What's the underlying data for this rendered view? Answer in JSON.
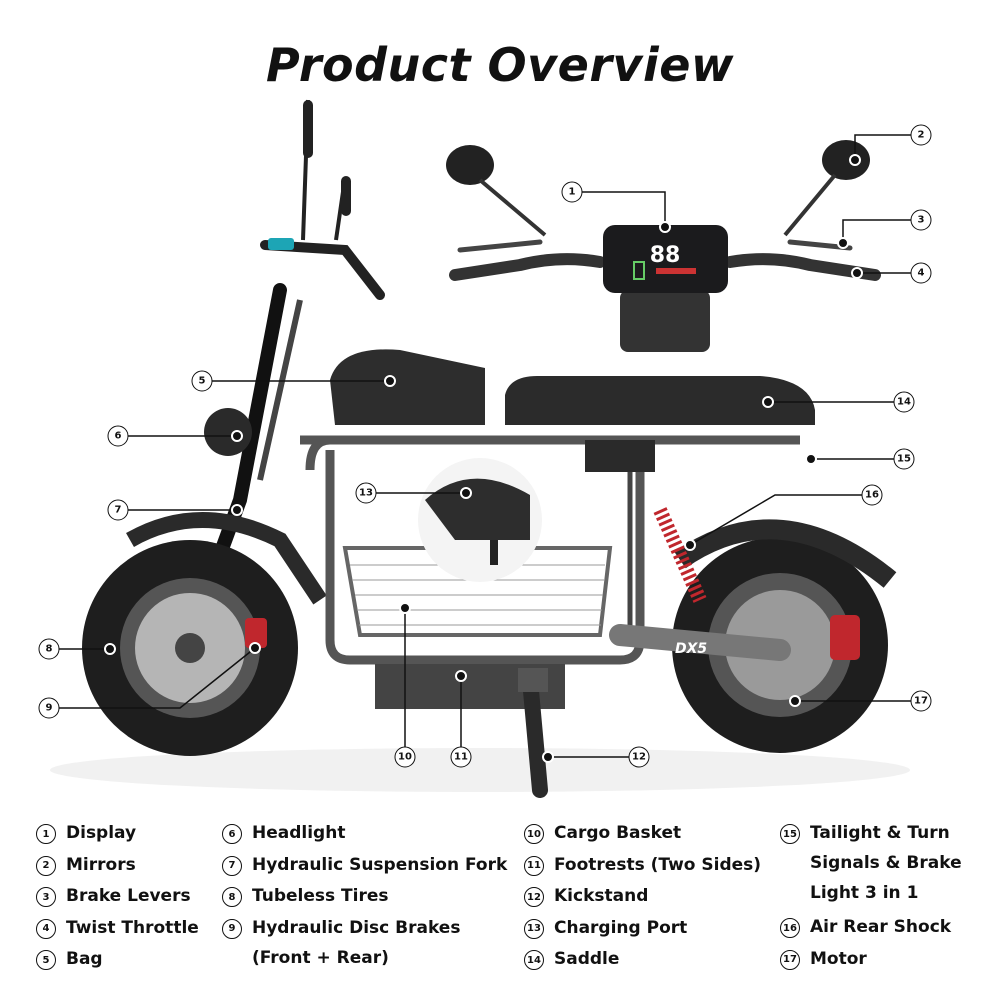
{
  "title": "Product Overview",
  "model_badge": "DX5",
  "display_readout": "88",
  "legend": [
    [
      {
        "n": "1",
        "label": "Display"
      },
      {
        "n": "2",
        "label": "Mirrors"
      },
      {
        "n": "3",
        "label": "Brake Levers"
      },
      {
        "n": "4",
        "label": "Twist Throttle"
      },
      {
        "n": "5",
        "label": "Bag"
      }
    ],
    [
      {
        "n": "6",
        "label": "Headlight"
      },
      {
        "n": "7",
        "label": "Hydraulic Suspension Fork"
      },
      {
        "n": "8",
        "label": "Tubeless Tires"
      },
      {
        "n": "9",
        "label": "Hydraulic Disc Brakes\n(Front + Rear)"
      }
    ],
    [
      {
        "n": "10",
        "label": "Cargo Basket"
      },
      {
        "n": "11",
        "label": "Footrests (Two Sides)"
      },
      {
        "n": "12",
        "label": "Kickstand"
      },
      {
        "n": "13",
        "label": "Charging Port"
      },
      {
        "n": "14",
        "label": "Saddle"
      }
    ],
    [
      {
        "n": "15",
        "label": "Tailight & Turn\nSignals & Brake\nLight 3 in 1"
      },
      {
        "n": "16",
        "label": "Air Rear Shock"
      },
      {
        "n": "17",
        "label": "Motor"
      }
    ]
  ],
  "callouts": [
    "1",
    "2",
    "3",
    "4",
    "5",
    "6",
    "7",
    "8",
    "9",
    "10",
    "11",
    "12",
    "13",
    "14",
    "15",
    "16",
    "17"
  ]
}
